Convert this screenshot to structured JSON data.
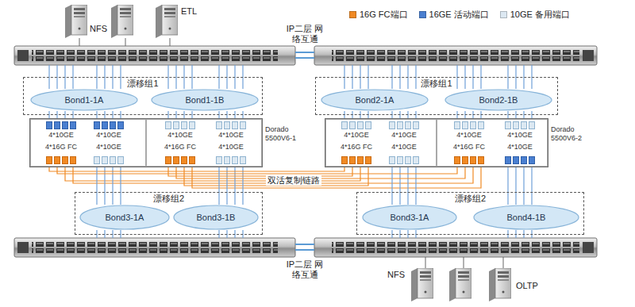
{
  "diagram": {
    "nodes": [
      {
        "text": [
          "漂移组1"
        ]
      },
      {
        "text": [
          "Bond1-1A"
        ],
        "in": 0
      },
      {
        "text": [
          "Bond1-1B"
        ],
        "in": 0
      },
      {
        "text": [
          "漂移组1"
        ]
      },
      {
        "text": [
          "Bond2-1A"
        ],
        "in": 3
      },
      {
        "text": [
          "Bond2-1B"
        ],
        "in": 3
      },
      {
        "text": [
          "Dorado 5500V6-1"
        ]
      },
      {
        "text": [
          "4*10GE",
          "4*10GE",
          "4*16G FC",
          "4*10GE"
        ],
        "in": 6
      },
      {
        "text": [
          "4*10GE",
          "4*10GE",
          "4*16G FC",
          "4*10GE"
        ],
        "in": 6
      },
      {
        "text": [
          "Dorado 5500V6-2"
        ]
      },
      {
        "text": [
          "4*10GE",
          "4*10GE",
          "4*16G FC",
          "4*10GE"
        ],
        "in": 9
      },
      {
        "text": [
          "4*10GE",
          "4*10GE",
          "4*16G FC",
          "4*10GE"
        ],
        "in": 9
      },
      {
        "text": [
          "漂移组2"
        ]
      },
      {
        "text": [
          "Bond3-1A"
        ],
        "in": 12
      },
      {
        "text": [
          "Bond3-1B"
        ],
        "in": 12
      },
      {
        "text": [
          "漂移组2"
        ]
      },
      {
        "text": [
          "Bond3-1A"
        ],
        "in": 15
      },
      {
        "text": [
          "Bond4-1B"
        ],
        "in": 15
      }
    ],
    "edges": [
      {
        "from": 1,
        "to": 7,
        "arrow": "none"
      },
      {
        "from": 2,
        "to": 8,
        "arrow": "none"
      },
      {
        "from": 4,
        "to": 10,
        "arrow": "none"
      },
      {
        "from": 5,
        "to": 11,
        "arrow": "none"
      },
      {
        "from": 7,
        "to": 10,
        "arrow": "none"
      },
      {
        "from": 7,
        "to": 11,
        "arrow": "none"
      },
      {
        "from": 8,
        "to": 10,
        "arrow": "none"
      },
      {
        "from": 8,
        "to": 11,
        "arrow": "none"
      },
      {
        "from": 13,
        "to": 7,
        "arrow": "none"
      },
      {
        "from": 14,
        "to": 8,
        "arrow": "none"
      },
      {
        "from": 16,
        "to": 10,
        "arrow": "none"
      },
      {
        "from": 17,
        "to": 11,
        "arrow": "none"
      }
    ],
    "labels": [
      "NFS",
      "ETL",
      "IP二层 网络互通",
      "IP二层 网络互通",
      "双活复制链路",
      "NFS",
      "OLTP"
    ],
    "legend": [
      {
        "text": "16G FC端口",
        "color": "#f08a24"
      },
      {
        "text": "16GE 活动端口",
        "color": "#4a7fd0"
      },
      {
        "text": "10GE 备用端口",
        "color": "#dce8f2"
      }
    ]
  }
}
